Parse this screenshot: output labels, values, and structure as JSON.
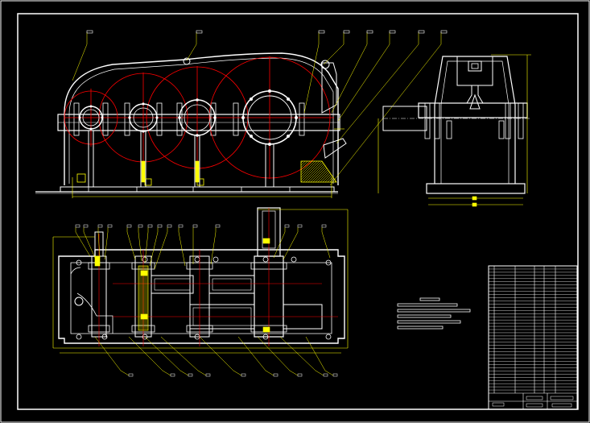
{
  "drawing": {
    "colors": {
      "background": "#000000",
      "outline": "#ffffff",
      "dimension": "#ffff00",
      "gear_circle": "#ff0000",
      "hatch": "#ffff00"
    },
    "views": [
      "front-elevation",
      "side-elevation",
      "plan-section"
    ],
    "title_block": {
      "rows": 40
    },
    "notes_block": {
      "lines": 6
    }
  }
}
